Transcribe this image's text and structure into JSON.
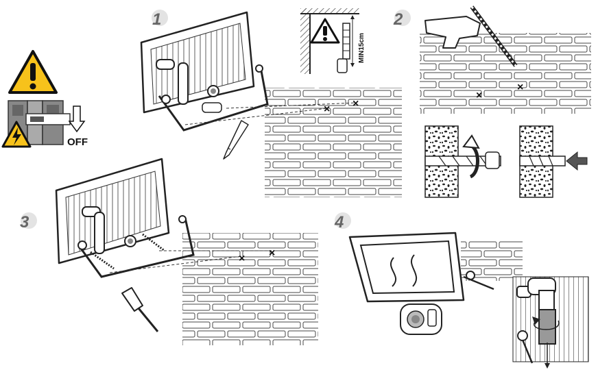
{
  "steps": [
    "1",
    "2",
    "3",
    "4"
  ],
  "power_off_label": "OFF",
  "min_distance_label": "MIN15cm",
  "mark": "×"
}
